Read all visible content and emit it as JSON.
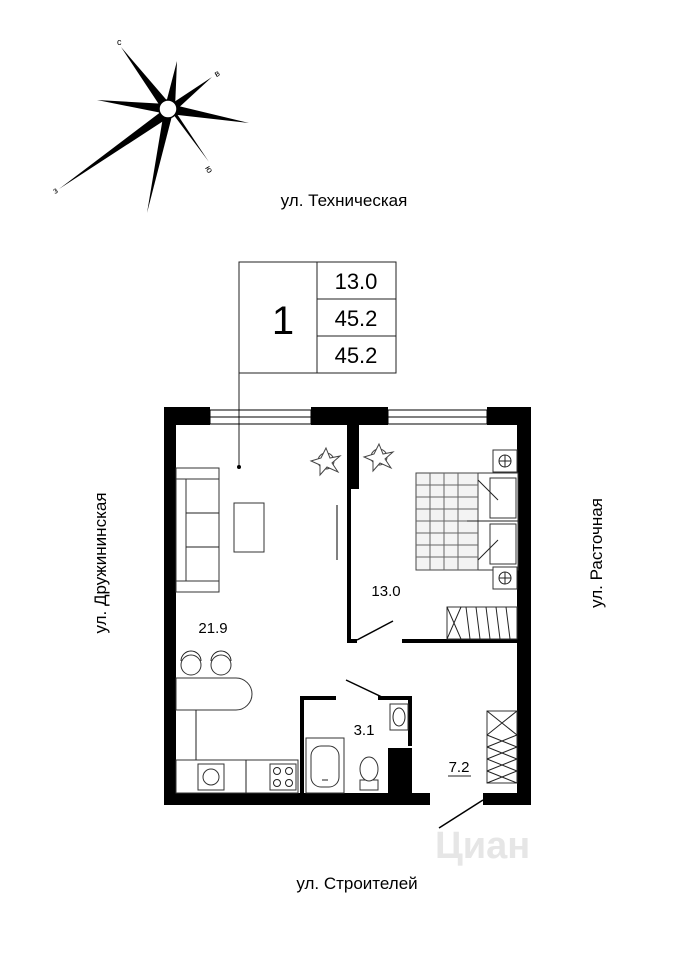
{
  "compass": {
    "north": "с",
    "east": "в",
    "south": "ю",
    "west": "з"
  },
  "streets": {
    "top": "ул. Техническая",
    "left": "ул. Дружининская",
    "right": "ул. Расточная",
    "bottom": "ул. Строителей"
  },
  "info_box": {
    "rooms": "1",
    "living_area": "13.0",
    "total_area": "45.2",
    "total_area_2": "45.2"
  },
  "rooms": {
    "living_kitchen": "21.9",
    "bedroom": "13.0",
    "bathroom": "3.1",
    "hall": "7.2"
  },
  "watermark": "Циан",
  "colors": {
    "wall": "#000000",
    "line": "#222222",
    "furniture_fill": "#f3f3f3"
  }
}
